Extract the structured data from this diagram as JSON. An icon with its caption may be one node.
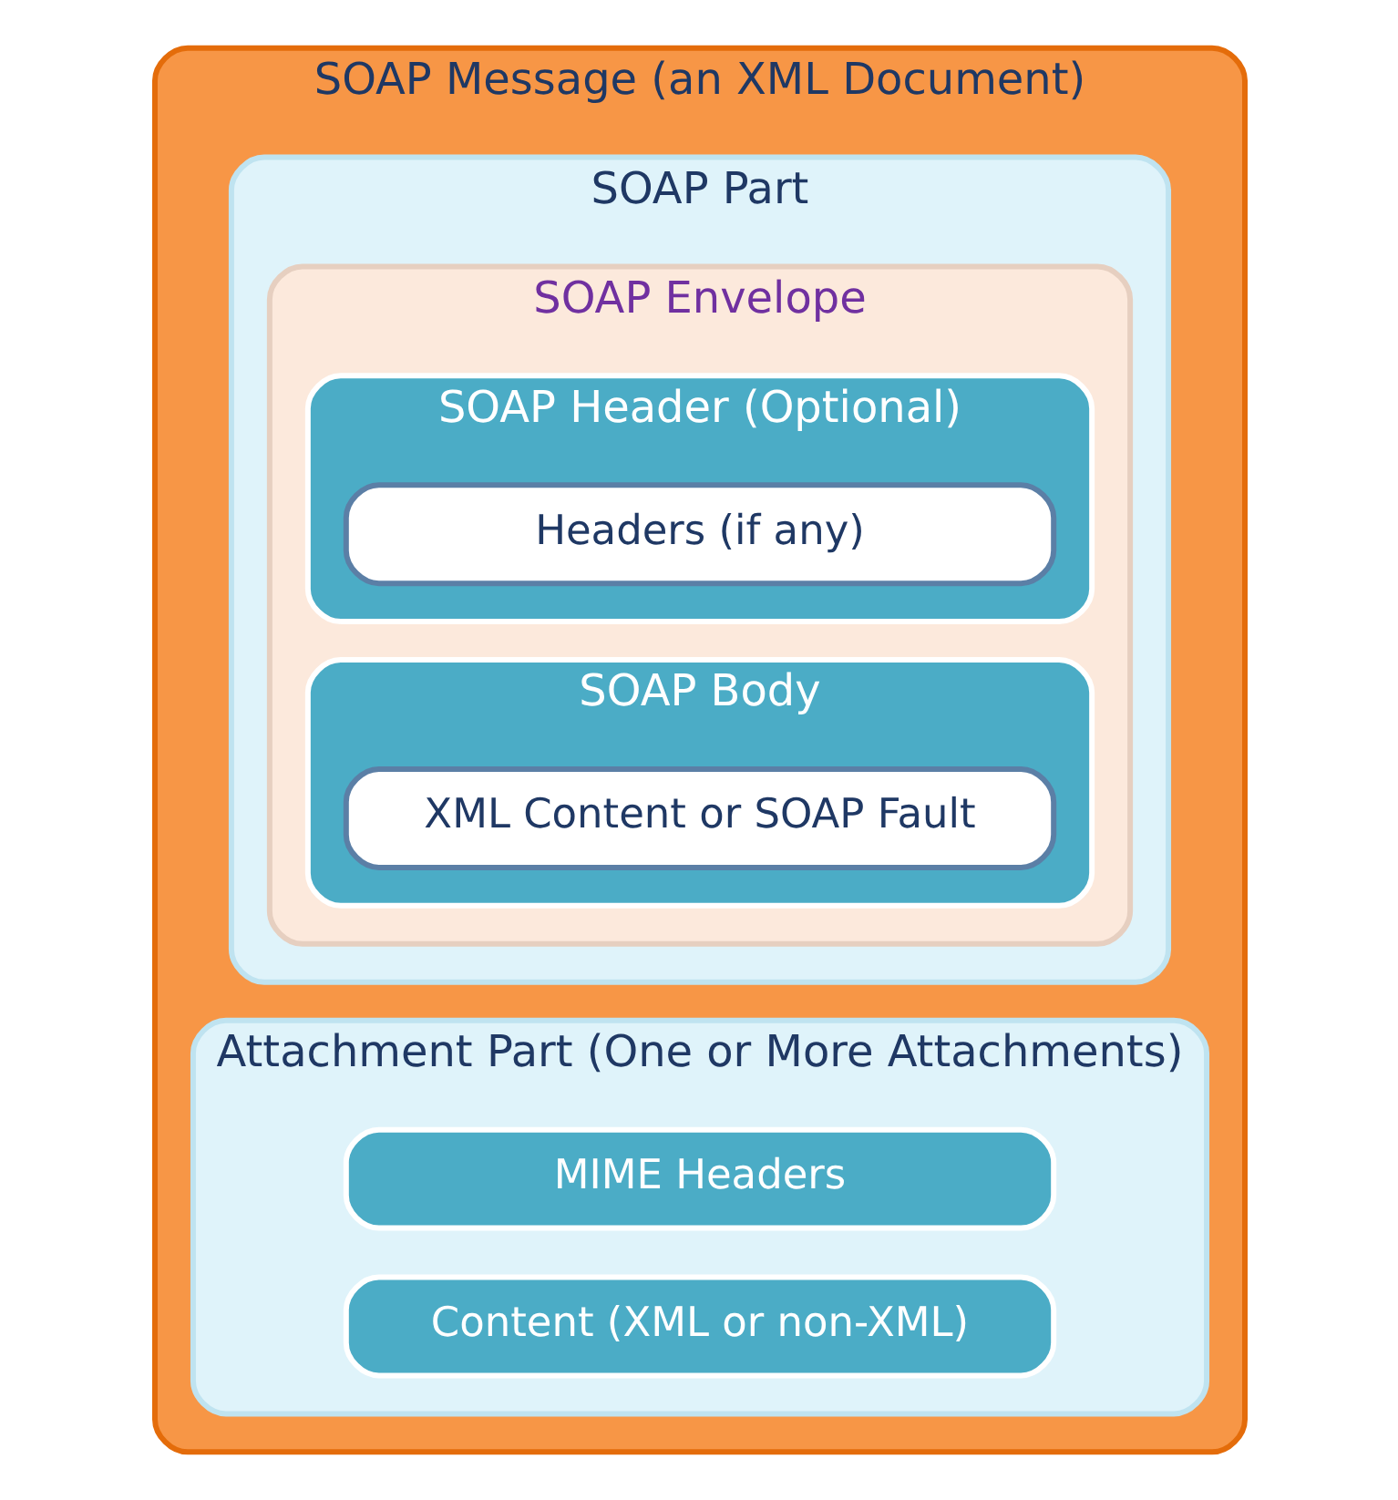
{
  "diagram": {
    "nodes": [
      {
        "text": [
          "SOAP Message (an XML Document)"
        ]
      },
      {
        "text": [
          "SOAP Part"
        ],
        "in": 0
      },
      {
        "text": [
          "SOAP Envelope"
        ],
        "in": 1
      },
      {
        "text": [
          "SOAP Header (Optional)"
        ],
        "in": 2
      },
      {
        "text": [
          "Headers (if any)"
        ],
        "in": 3
      },
      {
        "text": [
          "SOAP Body"
        ],
        "in": 2
      },
      {
        "text": [
          "XML Content or SOAP Fault"
        ],
        "in": 5
      },
      {
        "text": [
          "Attachment Part (One or More Attachments)"
        ],
        "in": 0
      },
      {
        "text": [
          "MIME Headers"
        ],
        "in": 7
      },
      {
        "text": [
          "Content (XML or non-XML)"
        ],
        "in": 7
      }
    ]
  }
}
